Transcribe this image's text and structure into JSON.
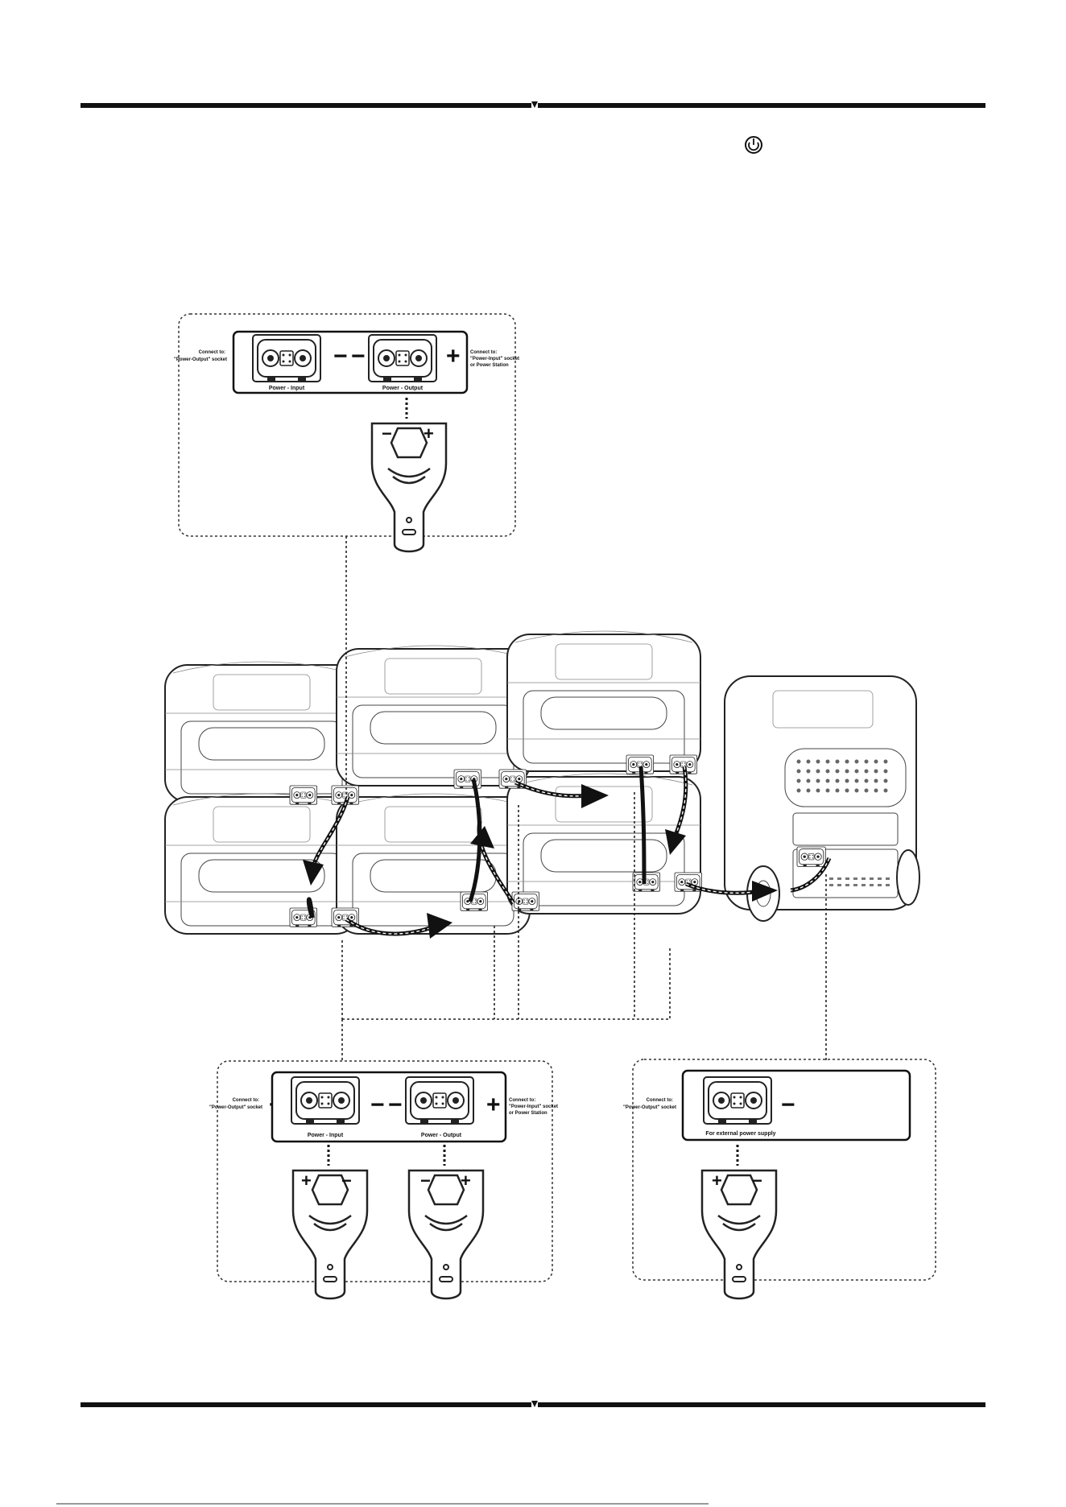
{
  "header": {
    "icon": "power-button-icon"
  },
  "callouts": {
    "top": {
      "connect_left": [
        "Connect to:",
        "\"Power-Output\" socket"
      ],
      "connect_right": [
        "Connect to:",
        "\"Power-Input\" socket",
        "or Power Station"
      ],
      "input_label": "Power - Input",
      "output_label": "Power - Output",
      "plug_polarity": [
        "−",
        "+"
      ]
    },
    "bottom_left": {
      "connect_left": [
        "Connect to:",
        "\"Power-Output\" socket"
      ],
      "connect_right": [
        "Connect to:",
        "\"Power-Input\" socket",
        "or Power Station"
      ],
      "input_label": "Power - Input",
      "output_label": "Power - Output",
      "plug1_polarity": [
        "+",
        "−"
      ],
      "plug2_polarity": [
        "−",
        "+"
      ]
    },
    "bottom_right": {
      "connect_left": [
        "Connect to:",
        "\"Power-Output\" socket"
      ],
      "port_label": "For external power supply",
      "plug_polarity": [
        "+",
        "−"
      ]
    }
  },
  "signs": {
    "plus": "+",
    "minus": "−"
  }
}
